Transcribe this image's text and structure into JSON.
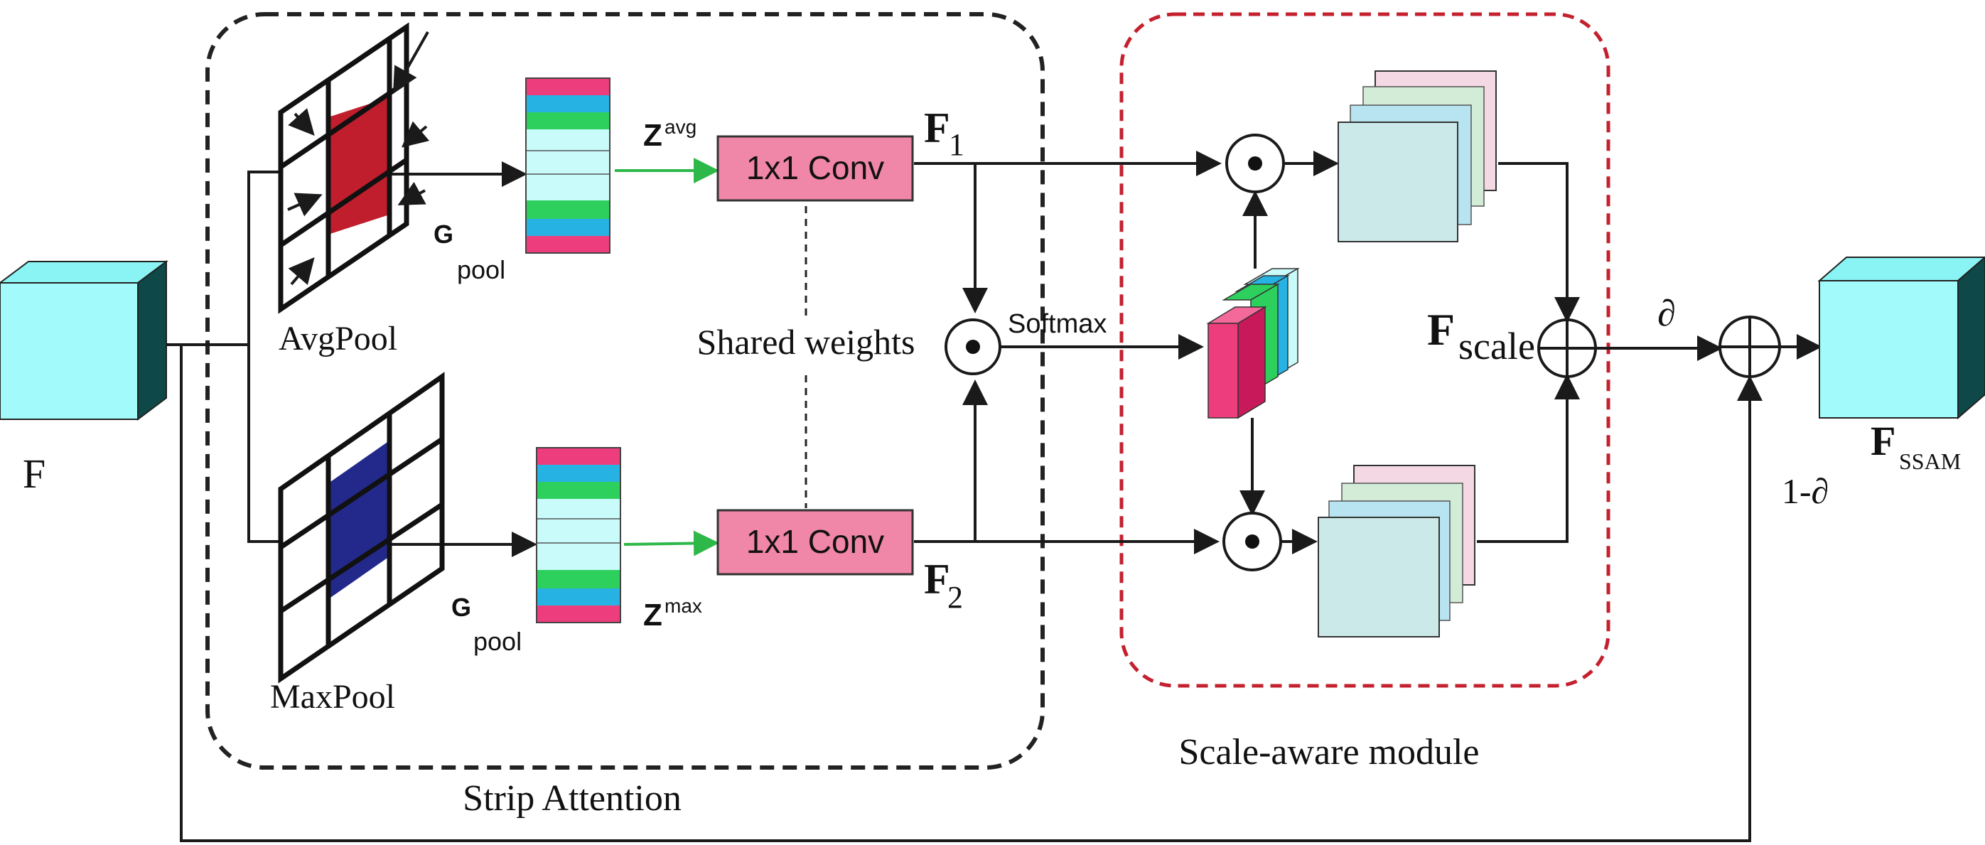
{
  "labels": {
    "input": "F",
    "avgpool": "AvgPool",
    "maxpool": "MaxPool",
    "gpool_g": "G",
    "gpool_sub": "pool",
    "z_avg_base": "Z",
    "z_avg_sup": "avg",
    "z_max_base": "Z",
    "z_max_sup": "max",
    "conv_top": "1x1 Conv",
    "conv_bottom": "1x1 Conv",
    "f1_base": "F",
    "f1_sub": "1",
    "f2_base": "F",
    "f2_sub": "2",
    "shared_weights": "Shared weights",
    "softmax": "Softmax",
    "strip_attention": "Strip Attention",
    "scale_aware": "Scale-aware module",
    "fscale_base": "F",
    "fscale_sub": "scale",
    "partial": "∂",
    "one_minus_partial": "1-∂",
    "fssam_base": "F",
    "fssam_sub": "SSAM"
  },
  "colors": {
    "cube_front": "#a3fafa",
    "cube_top": "#8af3f3",
    "cube_side_dark": "#0f4848",
    "avg_cell": "#c01e2c",
    "max_cell": "#23298a",
    "conv_fill": "#f086a8",
    "strip_pink": "#ee3d7c",
    "strip_blue": "#26b2e3",
    "strip_green": "#2ed05d",
    "strip_light": "#c9fbfb",
    "arrow_green": "#2fb84a",
    "strip_border": "#222222",
    "scale_border": "#c4202e",
    "map_teal": "#cce9e9",
    "map_blue": "#b7e4f0",
    "map_green": "#d3ecd8",
    "map_pink": "#f4d9e4"
  },
  "icons": [
    "hadamard-product-icon",
    "elementwise-sum-icon",
    "arrow-icon"
  ]
}
